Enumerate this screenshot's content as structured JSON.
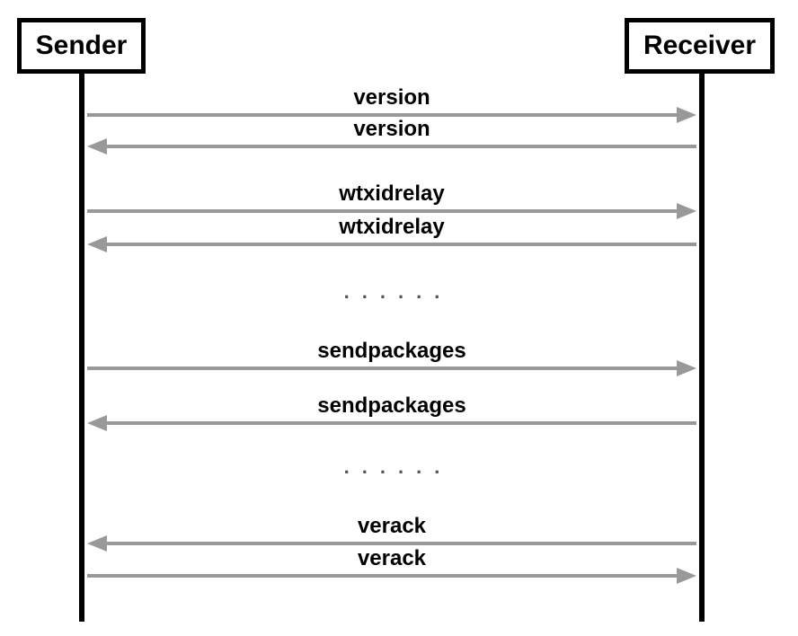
{
  "actors": {
    "sender": {
      "label": "Sender"
    },
    "receiver": {
      "label": "Receiver"
    }
  },
  "messages": [
    {
      "label": "version",
      "from": "Sender",
      "to": "Receiver",
      "direction": "right"
    },
    {
      "label": "version",
      "from": "Receiver",
      "to": "Sender",
      "direction": "left"
    },
    {
      "label": "wtxidrelay",
      "from": "Sender",
      "to": "Receiver",
      "direction": "right"
    },
    {
      "label": "wtxidrelay",
      "from": "Receiver",
      "to": "Sender",
      "direction": "left"
    },
    {
      "label": "sendpackages",
      "from": "Sender",
      "to": "Receiver",
      "direction": "right"
    },
    {
      "label": "sendpackages",
      "from": "Receiver",
      "to": "Sender",
      "direction": "left"
    },
    {
      "label": "verack",
      "from": "Receiver",
      "to": "Sender",
      "direction": "left"
    },
    {
      "label": "verack",
      "from": "Sender",
      "to": "Receiver",
      "direction": "right"
    }
  ],
  "ellipsis": {
    "first": "......",
    "second": "......"
  },
  "colors": {
    "arrow": "#999999",
    "dots": "#555555",
    "actor_border": "#000000",
    "text": "#000000",
    "background": "#ffffff"
  }
}
